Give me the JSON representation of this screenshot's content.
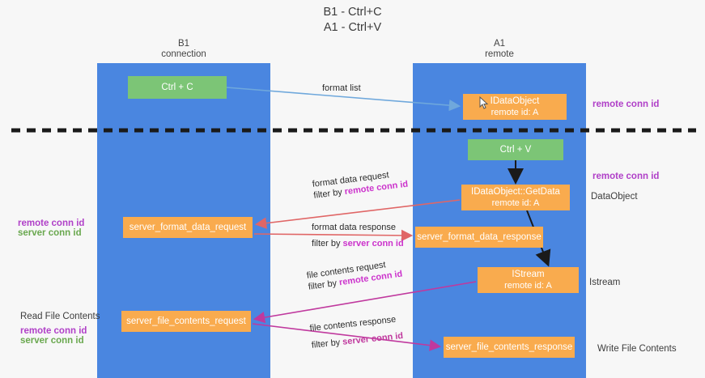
{
  "title": {
    "line1": "B1 - Ctrl+C",
    "line2": "A1 - Ctrl+V"
  },
  "columns": [
    {
      "id": "b1",
      "name": "B1",
      "role": "connection"
    },
    {
      "id": "a1",
      "name": "A1",
      "role": "remote"
    }
  ],
  "nodes": {
    "ctrl_c": {
      "label": "Ctrl + C",
      "sub": "",
      "color": "#7cc576"
    },
    "idataobject": {
      "label": "IDataObject",
      "sub": "remote id: A",
      "color": "#f9ab4e"
    },
    "ctrl_v": {
      "label": "Ctrl + V",
      "sub": "",
      "color": "#7cc576"
    },
    "getdata": {
      "label": "IDataObject::GetData",
      "sub": "remote id: A",
      "color": "#f9ab4e"
    },
    "server_format_data_request": {
      "label": "server_format_data_request",
      "sub": "",
      "color": "#f9ab4e"
    },
    "server_format_data_response": {
      "label": "server_format_data_response",
      "sub": "",
      "color": "#f9ab4e"
    },
    "istream": {
      "label": "IStream",
      "sub": "remote id: A",
      "color": "#f9ab4e"
    },
    "server_file_contents_request": {
      "label": "server_file_contents_request",
      "sub": "",
      "color": "#f9ab4e"
    },
    "server_file_contents_response": {
      "label": "server_file_contents_response",
      "sub": "",
      "color": "#f9ab4e"
    }
  },
  "edge_labels": {
    "format_list": "format list",
    "format_data_request": "format data request",
    "format_data_request_filter_prefix": "filter by ",
    "format_data_request_filter_key": "remote conn id",
    "format_data_response": "format data response",
    "format_data_response_filter_prefix": "filter by ",
    "format_data_response_filter_key": "server conn id",
    "file_contents_request": "file contents request",
    "file_contents_request_filter_prefix": "filter by ",
    "file_contents_request_filter_key": "remote conn id",
    "file_contents_response": "file contents response",
    "file_contents_response_filter_prefix": "filter by ",
    "file_contents_response_filter_key": "server conn id"
  },
  "side_labels": {
    "right_remote_conn_id_top": "remote conn id",
    "right_remote_conn_id_mid": "remote conn id",
    "dataobject": "DataObject",
    "istream": "Istream",
    "write_file_contents": "Write File Contents",
    "left_remote_conn_id": "remote conn id",
    "left_server_conn_id": "server conn id",
    "read_file_contents": "Read File Contents",
    "bottom_left_remote_conn_id": "remote conn id",
    "bottom_left_server_conn_id": "server conn id"
  },
  "colors": {
    "lane": "#4a86e0",
    "node_orange": "#f9ab4e",
    "node_green": "#7cc576",
    "accent_purple": "#b040c8",
    "accent_green": "#6aa84f",
    "arrow_blue": "#6fa8dc",
    "arrow_red": "#e06666",
    "arrow_magenta": "#c0399e",
    "arrow_black": "#1a1a1a",
    "divider": "#1a1a1a",
    "background": "#f7f7f7"
  }
}
